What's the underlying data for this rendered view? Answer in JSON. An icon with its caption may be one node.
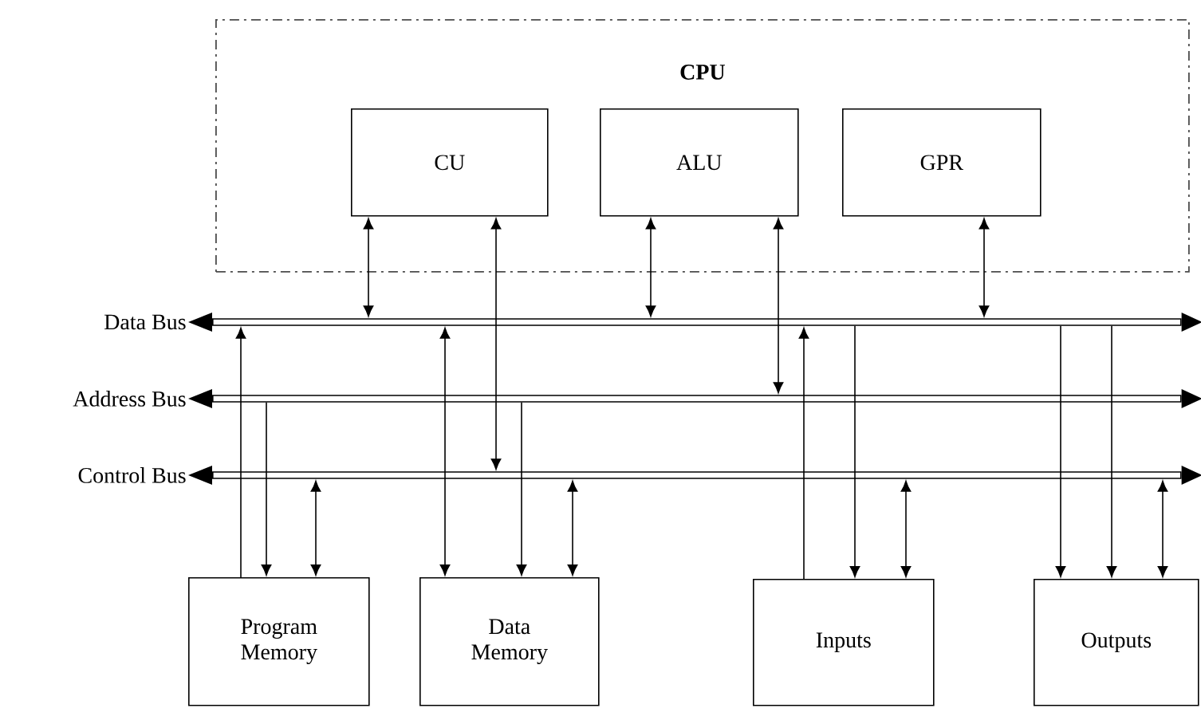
{
  "diagram": {
    "nodes": [
      {
        "text": [
          "CPU"
        ]
      },
      {
        "text": [
          "CU"
        ],
        "in": 0
      },
      {
        "text": [
          "ALU"
        ],
        "in": 0
      },
      {
        "text": [
          "GPR"
        ],
        "in": 0
      },
      {
        "text": [
          "Data Bus"
        ]
      },
      {
        "text": [
          "Address Bus"
        ]
      },
      {
        "text": [
          "Control Bus"
        ]
      },
      {
        "text": [
          "Program Memory"
        ]
      },
      {
        "text": [
          "Data Memory"
        ]
      },
      {
        "text": [
          "Inputs"
        ]
      },
      {
        "text": [
          "Outputs"
        ]
      }
    ],
    "edges": [
      {
        "from": 1,
        "to": 4,
        "arrow": "both"
      },
      {
        "from": 1,
        "to": 6,
        "arrow": "both"
      },
      {
        "from": 2,
        "to": 4,
        "arrow": "both"
      },
      {
        "from": 2,
        "to": 5,
        "arrow": "both"
      },
      {
        "from": 3,
        "to": 4,
        "arrow": "both"
      },
      {
        "from": 7,
        "to": 4,
        "arrow": "to"
      },
      {
        "from": 5,
        "to": 7,
        "arrow": "to"
      },
      {
        "from": 6,
        "to": 7,
        "arrow": "both"
      },
      {
        "from": 4,
        "to": 8,
        "arrow": "both"
      },
      {
        "from": 5,
        "to": 8,
        "arrow": "to"
      },
      {
        "from": 6,
        "to": 8,
        "arrow": "both"
      },
      {
        "from": 9,
        "to": 4,
        "arrow": "to"
      },
      {
        "from": 4,
        "to": 9,
        "arrow": "to"
      },
      {
        "from": 6,
        "to": 9,
        "arrow": "both"
      },
      {
        "from": 4,
        "to": 10,
        "arrow": "to"
      },
      {
        "from": 4,
        "to": 10,
        "arrow": "to"
      },
      {
        "from": 6,
        "to": 10,
        "arrow": "both"
      }
    ]
  }
}
